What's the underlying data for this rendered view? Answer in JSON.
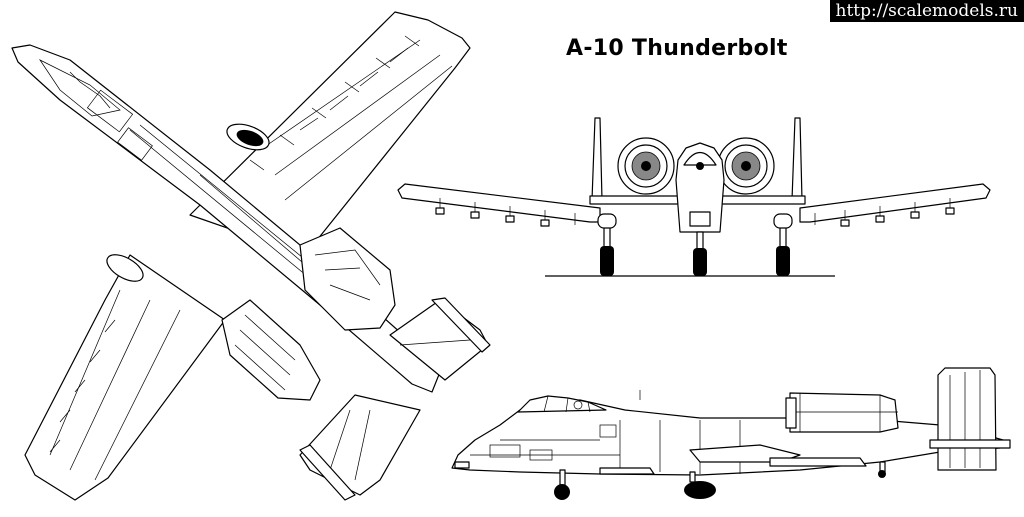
{
  "watermark": "http://scalemodels.ru",
  "title": "A-10 Thunderbolt",
  "colors": {
    "ink": "#000000",
    "paper": "#ffffff",
    "watermark_bg": "#000000",
    "watermark_text": "#ffffff"
  },
  "views": [
    "top-view",
    "front-view",
    "side-view"
  ]
}
